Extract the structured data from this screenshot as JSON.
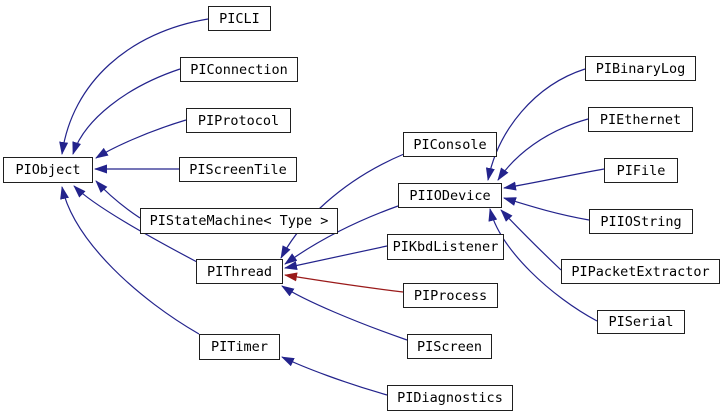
{
  "diagram": {
    "kind": "class-inheritance-graph",
    "colors": {
      "public_inheritance_arrow": "#23238c",
      "private_inheritance_arrow": "#9a1a1a",
      "node_border": "#1f1f1f",
      "node_fill": "#ffffff",
      "node_text": "#000000",
      "background": "#ffffff"
    },
    "nodes": [
      {
        "id": "PIObject",
        "label": "PIObject"
      },
      {
        "id": "PICLI",
        "label": "PICLI"
      },
      {
        "id": "PIConnection",
        "label": "PIConnection"
      },
      {
        "id": "PIProtocol",
        "label": "PIProtocol"
      },
      {
        "id": "PIScreenTile",
        "label": "PIScreenTile"
      },
      {
        "id": "PIStateMachine",
        "label": "PIStateMachine< Type >"
      },
      {
        "id": "PIThread",
        "label": "PIThread"
      },
      {
        "id": "PITimer",
        "label": "PITimer"
      },
      {
        "id": "PIConsole",
        "label": "PIConsole"
      },
      {
        "id": "PIIODevice",
        "label": "PIIODevice"
      },
      {
        "id": "PIKbdListener",
        "label": "PIKbdListener"
      },
      {
        "id": "PIProcess",
        "label": "PIProcess"
      },
      {
        "id": "PIScreen",
        "label": "PIScreen"
      },
      {
        "id": "PIDiagnostics",
        "label": "PIDiagnostics"
      },
      {
        "id": "PIBinaryLog",
        "label": "PIBinaryLog"
      },
      {
        "id": "PIEthernet",
        "label": "PIEthernet"
      },
      {
        "id": "PIFile",
        "label": "PIFile"
      },
      {
        "id": "PIIOString",
        "label": "PIIOString"
      },
      {
        "id": "PIPacketExtractor",
        "label": "PIPacketExtractor"
      },
      {
        "id": "PISerial",
        "label": "PISerial"
      }
    ],
    "edges": [
      {
        "from": "PICLI",
        "to": "PIObject",
        "style": "public"
      },
      {
        "from": "PIConnection",
        "to": "PIObject",
        "style": "public"
      },
      {
        "from": "PIProtocol",
        "to": "PIObject",
        "style": "public"
      },
      {
        "from": "PIScreenTile",
        "to": "PIObject",
        "style": "public"
      },
      {
        "from": "PIStateMachine",
        "to": "PIObject",
        "style": "public"
      },
      {
        "from": "PIThread",
        "to": "PIObject",
        "style": "public"
      },
      {
        "from": "PITimer",
        "to": "PIObject",
        "style": "public"
      },
      {
        "from": "PIConsole",
        "to": "PIThread",
        "style": "public"
      },
      {
        "from": "PIIODevice",
        "to": "PIThread",
        "style": "public"
      },
      {
        "from": "PIKbdListener",
        "to": "PIThread",
        "style": "public"
      },
      {
        "from": "PIProcess",
        "to": "PIThread",
        "style": "private"
      },
      {
        "from": "PIScreen",
        "to": "PIThread",
        "style": "public"
      },
      {
        "from": "PIBinaryLog",
        "to": "PIIODevice",
        "style": "public"
      },
      {
        "from": "PIEthernet",
        "to": "PIIODevice",
        "style": "public"
      },
      {
        "from": "PIFile",
        "to": "PIIODevice",
        "style": "public"
      },
      {
        "from": "PIIOString",
        "to": "PIIODevice",
        "style": "public"
      },
      {
        "from": "PIPacketExtractor",
        "to": "PIIODevice",
        "style": "public"
      },
      {
        "from": "PISerial",
        "to": "PIIODevice",
        "style": "public"
      },
      {
        "from": "PIDiagnostics",
        "to": "PITimer",
        "style": "public"
      }
    ]
  }
}
